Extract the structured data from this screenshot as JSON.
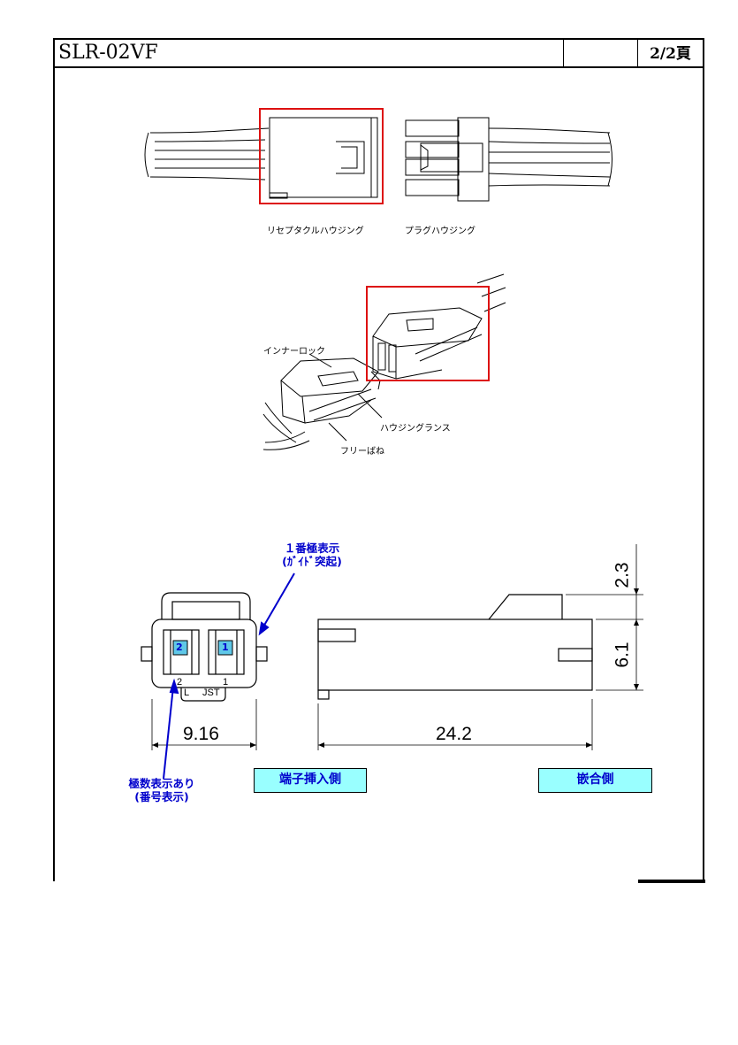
{
  "header": {
    "part_number": "SLR-02VF",
    "page": "2/2頁"
  },
  "figure1": {
    "receptacle_label": "リセプタクルハウジング",
    "plug_label": "プラグハウジング"
  },
  "figure2": {
    "inner_lock_label": "インナーロック",
    "housing_lance_label": "ハウジングランス",
    "free_spring_label": "フリーばね"
  },
  "drawing": {
    "pin1_note_line1": "１番極表示",
    "pin1_note_line2": "(ｶﾞｲﾄﾞ突起)",
    "polarity_note_line1": "極数表示あり",
    "polarity_note_line2": "(番号表示)",
    "terminal_number_2": "2",
    "terminal_number_1": "1",
    "molded_2": "2",
    "molded_1": "1",
    "molded_l": "L",
    "molded_jst": "JST",
    "dim_width": "9.16",
    "dim_length": "24.2",
    "dim_height_top": "2.3",
    "dim_height_body": "6.1",
    "terminal_insertion_side": "端子挿入側",
    "mating_side": "嵌合側"
  },
  "colors": {
    "highlight_red": "#dd1111",
    "annotation_blue": "#0000cc",
    "label_fill": "#99ffff"
  }
}
